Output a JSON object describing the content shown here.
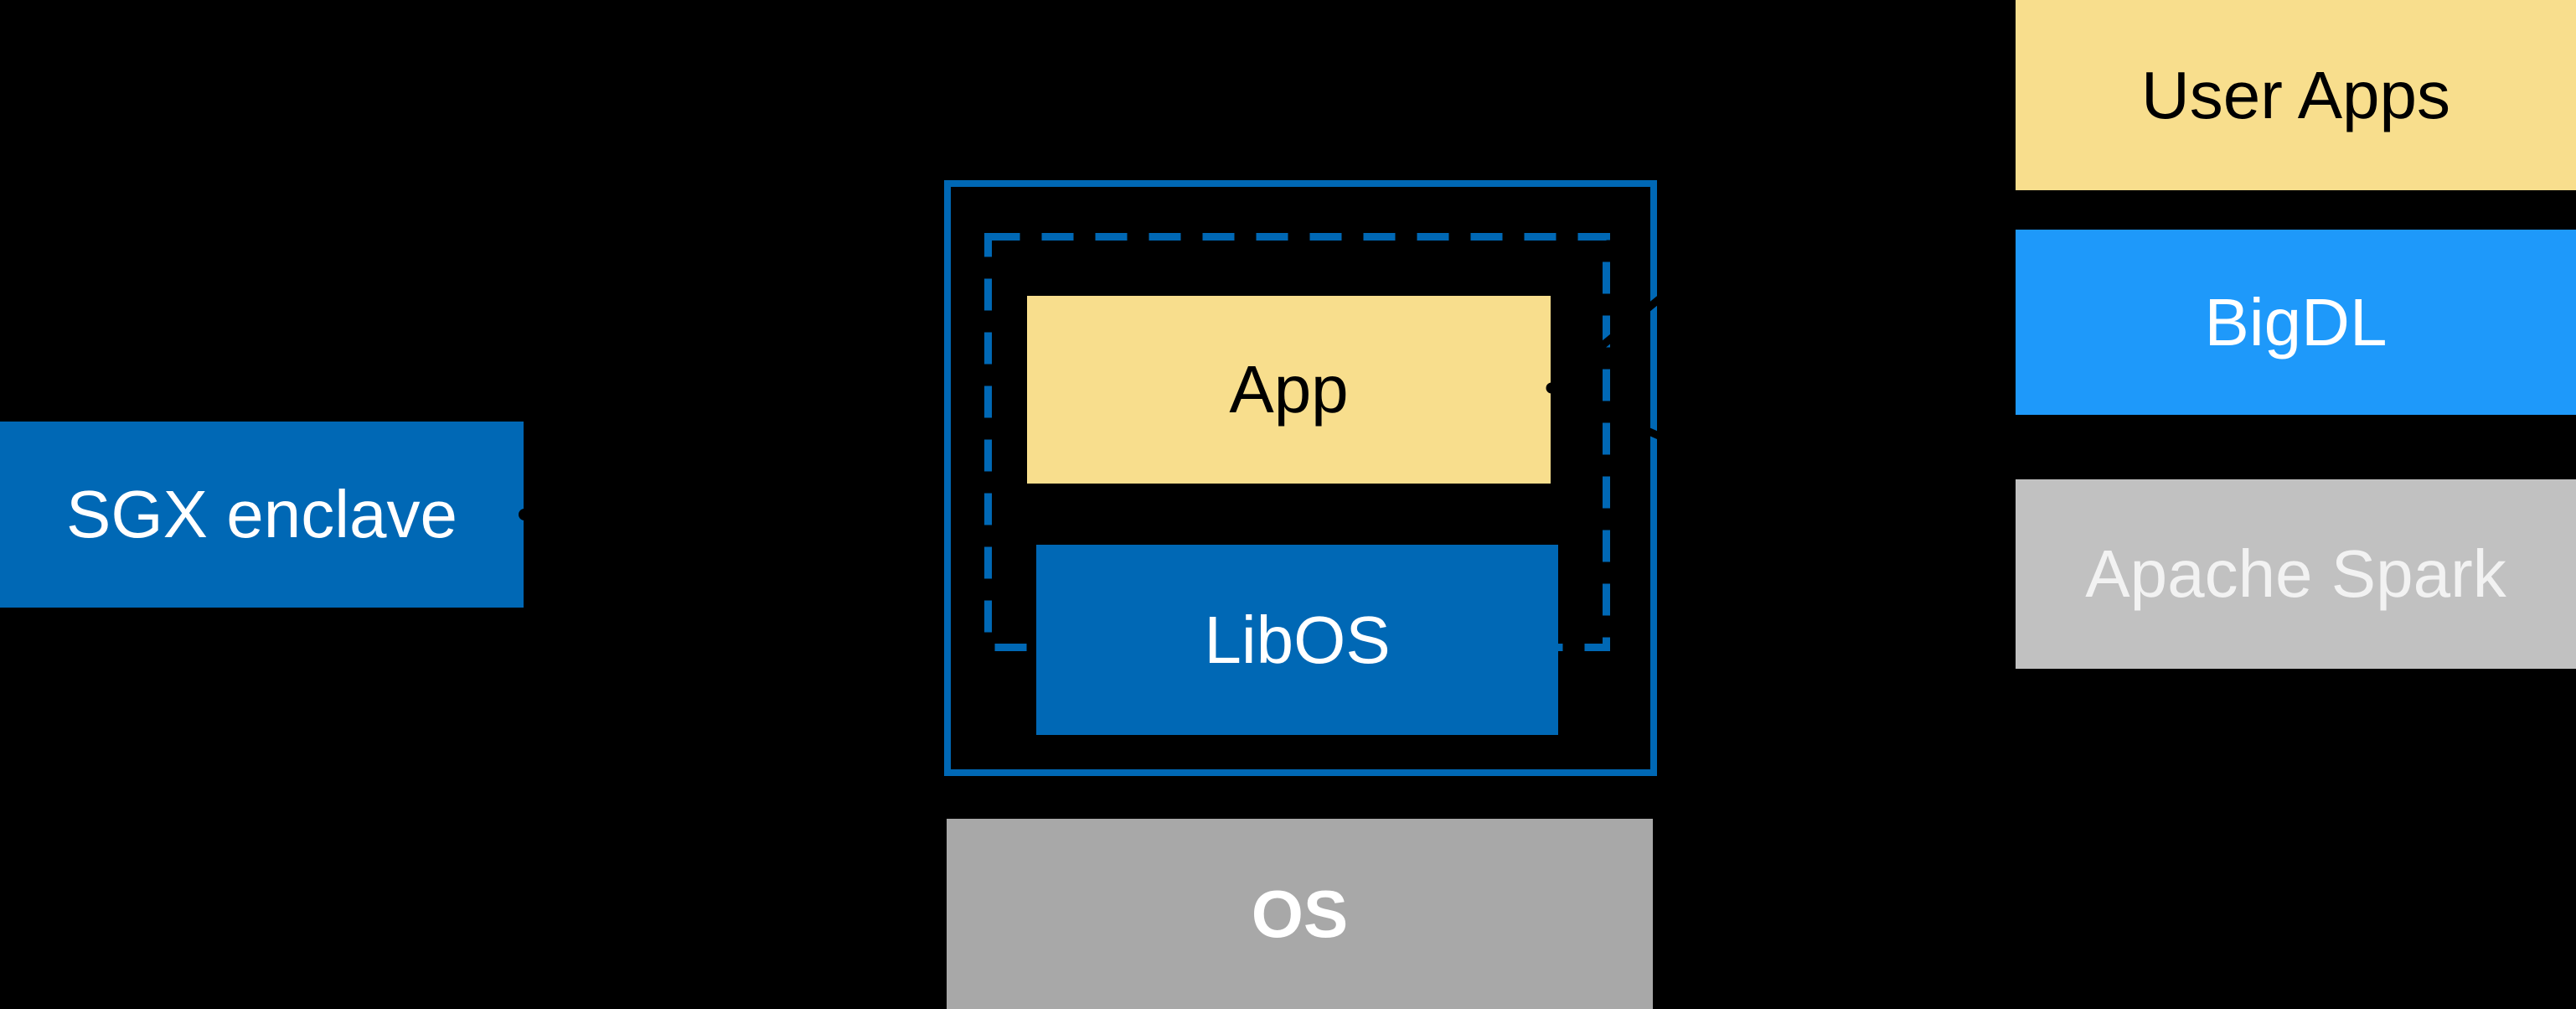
{
  "diagram": {
    "background": "#000000",
    "nodes": {
      "sgx_enclave": {
        "label": "SGX enclave",
        "fill": "#0068B5",
        "text_color": "#FFFFFF"
      },
      "app": {
        "label": "App",
        "fill": "#F8DE8D",
        "text_color": "#000000"
      },
      "libos": {
        "label": "LibOS",
        "fill": "#0068B5",
        "text_color": "#FFFFFF"
      },
      "os": {
        "label": "OS",
        "fill": "#A8A8A8",
        "text_color": "#FFFFFF",
        "bold": true
      },
      "user_apps": {
        "label": "User Apps",
        "fill": "#F8DE8D",
        "text_color": "#000000"
      },
      "bigdl": {
        "label": "BigDL",
        "fill": "#1E99FA",
        "text_color": "#FFFFFF"
      },
      "apache_spark": {
        "label": "Apache Spark",
        "fill": "#C1C1C1",
        "text_color": "#F2F2F2"
      }
    },
    "containers": {
      "enclave_solid_border": {
        "color": "#0068B5",
        "style": "solid"
      },
      "enclave_dashed_border": {
        "color": "#0068B5",
        "style": "dashed"
      }
    },
    "connectors": {
      "color": "#000000",
      "items": [
        {
          "id": "sgx-label-to-enclave",
          "from": "sgx_enclave",
          "to": "enclave_dashed_border"
        },
        {
          "id": "user-apps-to-app",
          "from": "user_apps",
          "to": "app"
        },
        {
          "id": "spark-side-to-app",
          "from": "apache_spark",
          "to": "app"
        }
      ]
    }
  }
}
